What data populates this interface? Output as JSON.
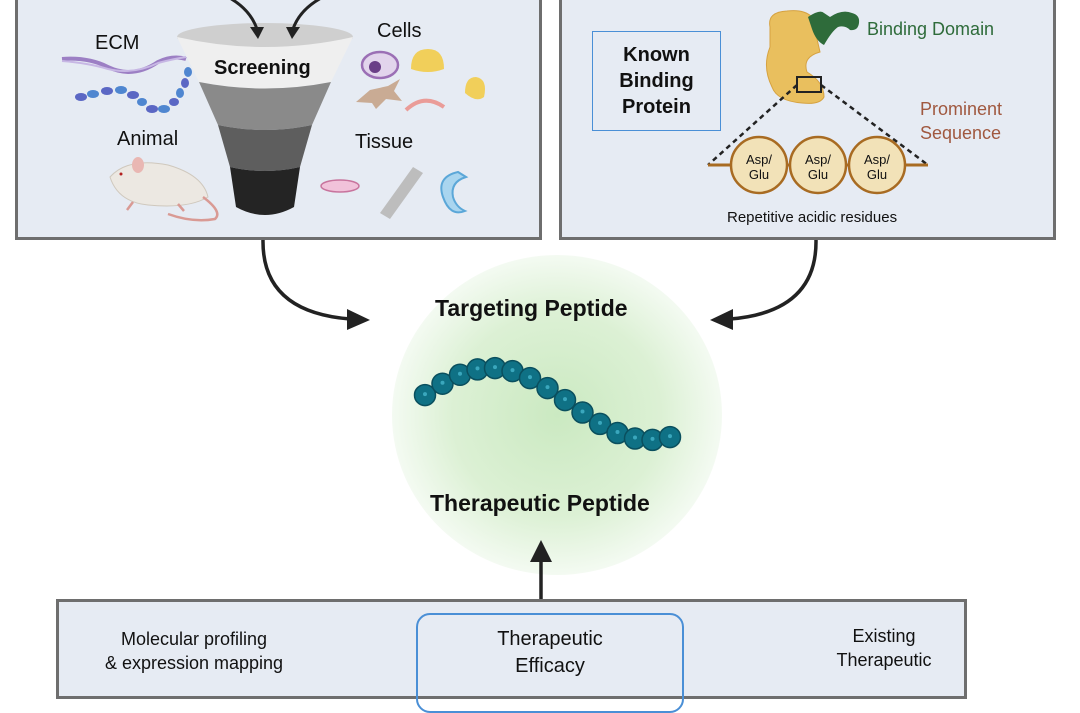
{
  "screening_panel": {
    "funnel_label": "Screening",
    "labels": {
      "ecm": "ECM",
      "cells": "Cells",
      "animal": "Animal",
      "tissue": "Tissue"
    }
  },
  "binding_panel": {
    "known_box_lines": [
      "Known",
      "Binding",
      "Protein"
    ],
    "binding_domain_label": "Binding Domain",
    "prominent_sequence_lines": [
      "Prominent",
      "Sequence"
    ],
    "residues": [
      "Asp/\nGlu",
      "Asp/\nGlu",
      "Asp/\nGlu"
    ],
    "residue_line1": "Asp/",
    "residue_line2": "Glu",
    "residues_caption": "Repetitive acidic residues"
  },
  "center": {
    "targeting_title": "Targeting Peptide",
    "therapeutic_title": "Therapeutic Peptide",
    "bead_count": 15
  },
  "bottom_panel": {
    "left_lines": [
      "Molecular profiling",
      "& expression mapping"
    ],
    "center_box_lines": [
      "Therapeutic",
      "Efficacy"
    ],
    "right_lines": [
      "Existing",
      "Therapeutic"
    ]
  },
  "colors": {
    "panel_bg": "#e6ebf3",
    "panel_border": "#6e6e6e",
    "box_border_blue": "#4a8fd6",
    "binding_domain_green": "#2e6b3a",
    "prominent_brown": "#a0583f",
    "bead_teal": "#0f7185",
    "residue_fill": "#f2e2b8",
    "residue_stroke": "#a86b22",
    "protein_yellow": "#e9bf5e"
  }
}
